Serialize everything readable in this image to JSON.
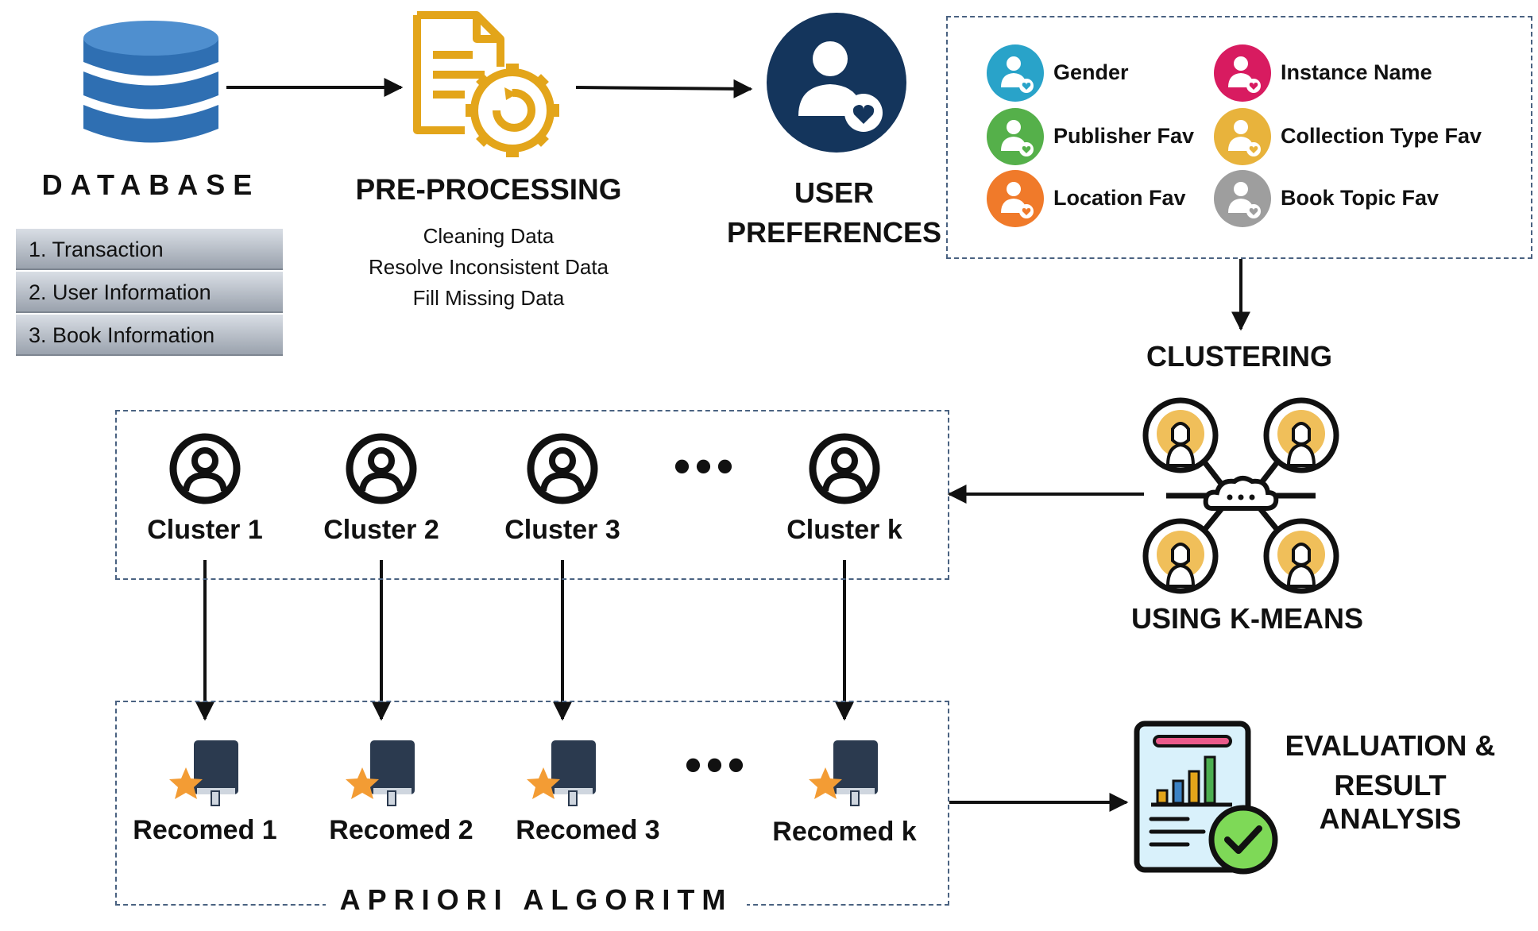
{
  "database": {
    "title": "DATABASE",
    "items": [
      "1. Transaction",
      "2. User Information",
      "3. Book Information"
    ]
  },
  "preprocessing": {
    "title": "PRE-PROCESSING",
    "steps": [
      "Cleaning Data",
      "Resolve Inconsistent Data",
      "Fill Missing Data"
    ]
  },
  "user_preferences": {
    "title_line1": "USER",
    "title_line2": "PREFERENCES",
    "attributes": [
      {
        "label": "Gender",
        "color": "#29a3c9",
        "icon": "user-heart-icon"
      },
      {
        "label": "Instance Name",
        "color": "#d81b60",
        "icon": "user-heart-icon"
      },
      {
        "label": "Publisher Fav",
        "color": "#55b04a",
        "icon": "user-heart-icon"
      },
      {
        "label": "Collection Type Fav",
        "color": "#e8b33c",
        "icon": "user-heart-icon"
      },
      {
        "label": "Location Fav",
        "color": "#f07a2a",
        "icon": "user-heart-icon"
      },
      {
        "label": "Book Topic Fav",
        "color": "#9e9e9e",
        "icon": "user-heart-icon"
      }
    ]
  },
  "clustering": {
    "title": "CLUSTERING",
    "subtitle": "USING K-MEANS",
    "clusters": [
      "Cluster 1",
      "Cluster 2",
      "Cluster 3",
      "Cluster k"
    ],
    "ellipsis": "•••"
  },
  "recommendations": {
    "items": [
      "Recomed 1",
      "Recomed 2",
      "Recomed 3",
      "Recomed k"
    ],
    "ellipsis": "•••",
    "group_label": "APRIORI ALGORITM"
  },
  "evaluation": {
    "title_line1": "EVALUATION &",
    "title_line2": "RESULT ANALYSIS"
  },
  "colors": {
    "database_blue": "#2f6fb2",
    "preprocessing_gold": "#e3a51a",
    "user_pref_navy": "#14355c",
    "dashed_border": "#4a6281",
    "star_orange": "#f39c34",
    "book_navy": "#2b3a4f"
  }
}
